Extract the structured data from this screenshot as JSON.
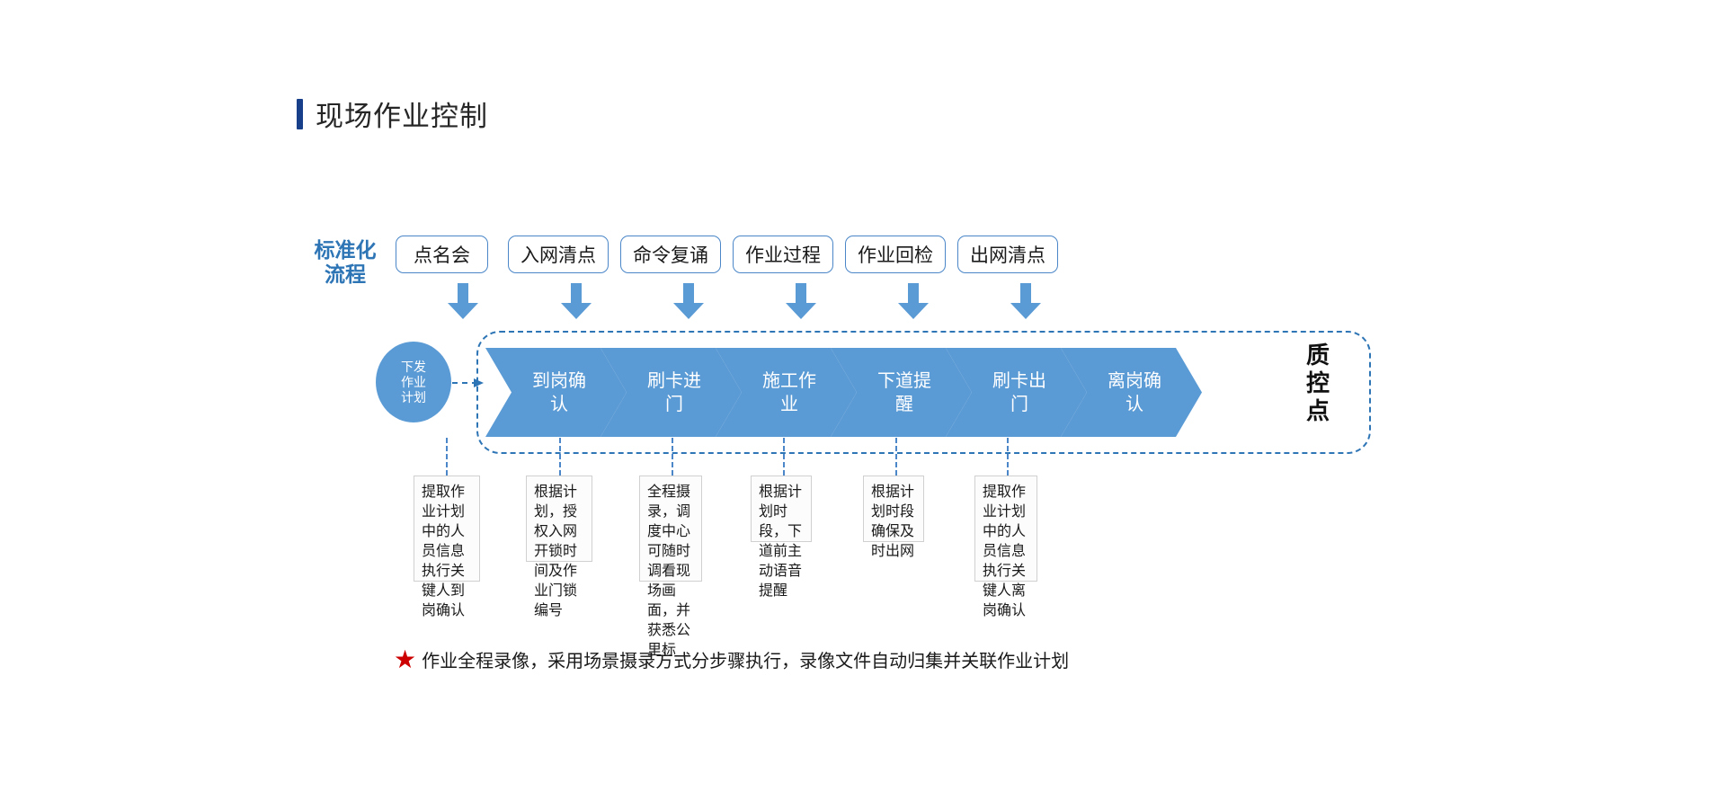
{
  "page": {
    "title": "现场作业控制",
    "accent_title_bar": "#173F8A",
    "accent_blue": "#5B9BD5",
    "accent_border_blue": "#4A86C8",
    "label_blue": "#2E75B6",
    "star_red": "#CC0000"
  },
  "std_flow": {
    "label_line1": "标准化",
    "label_line2": "流程",
    "steps": [
      {
        "label": "点名会"
      },
      {
        "label": "入网清点"
      },
      {
        "label": "命令复诵"
      },
      {
        "label": "作业过程"
      },
      {
        "label": "作业回检"
      },
      {
        "label": "出网清点"
      }
    ]
  },
  "source": {
    "line1": "下发",
    "line2": "作业",
    "line3": "计划"
  },
  "quality_control": {
    "char1": "质",
    "char2": "控",
    "char3": "点"
  },
  "chevrons": [
    {
      "line1": "到岗确",
      "line2": "认"
    },
    {
      "line1": "刷卡进",
      "line2": "门"
    },
    {
      "line1": "施工作",
      "line2": "业"
    },
    {
      "line1": "下道提",
      "line2": "醒"
    },
    {
      "line1": "刷卡出",
      "line2": "门"
    },
    {
      "line1": "离岗确",
      "line2": "认"
    }
  ],
  "notes": [
    {
      "text": "提取作业计划中的人员信息执行关键人到岗确认"
    },
    {
      "text": "根据计划，授权入网开锁时间及作业门锁编号"
    },
    {
      "text": "全程摄录，调度中心可随时调看现场画面，并获悉公里标"
    },
    {
      "text": "根据计划时段，下道前主动语音提醒"
    },
    {
      "text": "根据计划时段确保及时出网"
    },
    {
      "text": "提取作业计划中的人员信息执行关键人离岗确认"
    }
  ],
  "footer": {
    "star": "★",
    "text": "作业全程录像，采用场景摄录方式分步骤执行，录像文件自动归集并关联作业计划"
  }
}
